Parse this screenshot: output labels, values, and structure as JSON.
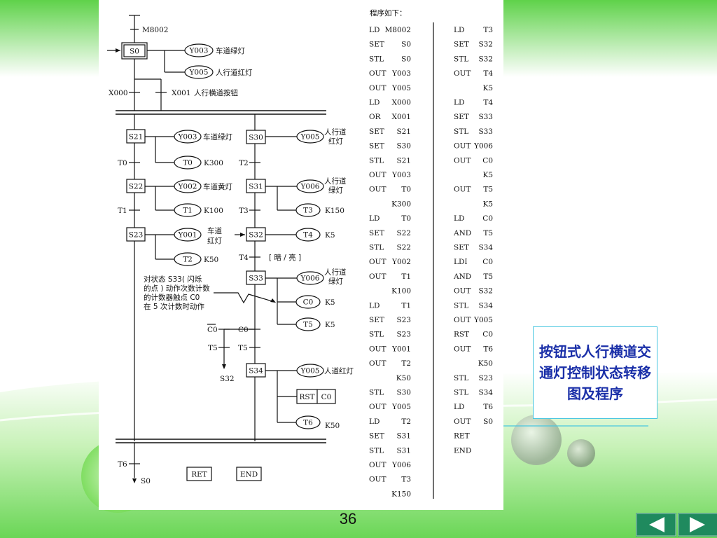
{
  "theme": {
    "accent_green": "#7bdc5c",
    "nav_button_color": "#1f8a5e",
    "caption_border": "#48c6e0",
    "caption_text": "#1a2fa8"
  },
  "caption": {
    "text": "按钮式人行横道交通灯控制状态转移图及程序"
  },
  "page_number": "36",
  "nav": {
    "prev_icon": "triangle-left-icon",
    "next_icon": "triangle-right-icon"
  },
  "diagram": {
    "init_condition": "M8002",
    "states": {
      "s0": "S0",
      "s21": "S21",
      "s22": "S22",
      "s23": "S23",
      "s30": "S30",
      "s31": "S31",
      "s32": "S32",
      "s33": "S33",
      "s34": "S34"
    },
    "outputs": {
      "s0_a": {
        "coil": "Y003",
        "label": "车道绿灯"
      },
      "s0_b": {
        "coil": "Y005",
        "label": "人行道红灯"
      },
      "s21_a": {
        "coil": "Y003",
        "label": "车道绿灯"
      },
      "s21_b": {
        "coil": "T0",
        "setting": "K300"
      },
      "s22_a": {
        "coil": "Y002",
        "label": "车道黄灯"
      },
      "s22_b": {
        "coil": "T1",
        "setting": "K100"
      },
      "s23_a": {
        "coil": "Y001",
        "label": [
          "车道",
          "红灯"
        ]
      },
      "s23_b": {
        "coil": "T2",
        "setting": "K50"
      },
      "s30": {
        "coil": "Y005",
        "label": [
          "人行道",
          "红灯"
        ]
      },
      "s31_a": {
        "coil": "Y006",
        "label": [
          "人行道",
          "绿灯"
        ]
      },
      "s31_b": {
        "coil": "T3",
        "setting": "K150"
      },
      "s32": {
        "coil": "T4",
        "setting": "K5"
      },
      "s33_a": {
        "coil": "Y006",
        "label": [
          "人行道",
          "绿灯"
        ]
      },
      "s33_b": {
        "coil": "C0",
        "setting": "K5"
      },
      "s33_c": {
        "coil": "T5",
        "setting": "K5"
      },
      "s34_a": {
        "coil": "Y005",
        "label": "人道红灯"
      },
      "s34_rst": {
        "instr": "RST",
        "operand": "C0"
      },
      "s34_c": {
        "coil": "T6",
        "setting": "K50"
      }
    },
    "transitions": {
      "x000": "X000",
      "x001": "X001",
      "x001_label": "人行横道按钮",
      "t0": "T0",
      "t1": "T1",
      "t2": "T2",
      "t3": "T3",
      "t4": "T4",
      "t4_note": "[ 暗 / 亮 ]",
      "c0_bar": "C0",
      "c0": "C0",
      "t5_left": "T5",
      "t5": "T5",
      "t6": "T6",
      "to_s32": "S32",
      "to_s0": "S0"
    },
    "note_lines": [
      "对状态 S33( 闪烁",
      "的点 ) 动作次数计数",
      "的计数器触点 C0",
      "在 5 次计数时动作"
    ],
    "end_instr": {
      "ret": "RET",
      "end": "END"
    }
  },
  "program": {
    "title": "程序如下：",
    "col1": [
      [
        "LD",
        "M8002"
      ],
      [
        "SET",
        "S0"
      ],
      [
        "STL",
        "S0"
      ],
      [
        "OUT",
        "Y003"
      ],
      [
        "OUT",
        "Y005"
      ],
      [
        "LD",
        "X000"
      ],
      [
        "OR",
        "X001"
      ],
      [
        "SET",
        "S21"
      ],
      [
        "SET",
        "S30"
      ],
      [
        "STL",
        "S21"
      ],
      [
        "OUT",
        "Y003"
      ],
      [
        "OUT",
        "T0"
      ],
      [
        "",
        "K300"
      ],
      [
        "LD",
        "T0"
      ],
      [
        "SET",
        "S22"
      ],
      [
        "STL",
        "S22"
      ],
      [
        "OUT",
        "Y002"
      ],
      [
        "OUT",
        "T1"
      ],
      [
        "",
        "K100"
      ],
      [
        "LD",
        "T1"
      ],
      [
        "SET",
        "S23"
      ],
      [
        "STL",
        "S23"
      ],
      [
        "OUT",
        "Y001"
      ],
      [
        "OUT",
        "T2"
      ],
      [
        "",
        "K50"
      ],
      [
        "STL",
        "S30"
      ],
      [
        "OUT",
        "Y005"
      ],
      [
        "LD",
        "T2"
      ],
      [
        "SET",
        "S31"
      ],
      [
        "STL",
        "S31"
      ],
      [
        "OUT",
        "Y006"
      ],
      [
        "OUT",
        "T3"
      ],
      [
        "",
        "K150"
      ]
    ],
    "col2": [
      [
        "LD",
        "T3"
      ],
      [
        "SET",
        "S32"
      ],
      [
        "STL",
        "S32"
      ],
      [
        "OUT",
        "T4"
      ],
      [
        "",
        "K5"
      ],
      [
        "LD",
        "T4"
      ],
      [
        "SET",
        "S33"
      ],
      [
        "STL",
        "S33"
      ],
      [
        "OUT",
        "Y006"
      ],
      [
        "OUT",
        "C0"
      ],
      [
        "",
        "K5"
      ],
      [
        "OUT",
        "T5"
      ],
      [
        "",
        "K5"
      ],
      [
        "LD",
        "C0"
      ],
      [
        "AND",
        "T5"
      ],
      [
        "SET",
        "S34"
      ],
      [
        "LDI",
        "C0"
      ],
      [
        "AND",
        "T5"
      ],
      [
        "OUT",
        "S32"
      ],
      [
        "STL",
        "S34"
      ],
      [
        "OUT",
        "Y005"
      ],
      [
        "RST",
        "C0"
      ],
      [
        "OUT",
        "T6"
      ],
      [
        "",
        "K50"
      ],
      [
        "STL",
        "S23"
      ],
      [
        "STL",
        "S34"
      ],
      [
        "LD",
        "T6"
      ],
      [
        "OUT",
        "S0"
      ],
      [
        "RET",
        ""
      ],
      [
        "END",
        ""
      ]
    ]
  }
}
